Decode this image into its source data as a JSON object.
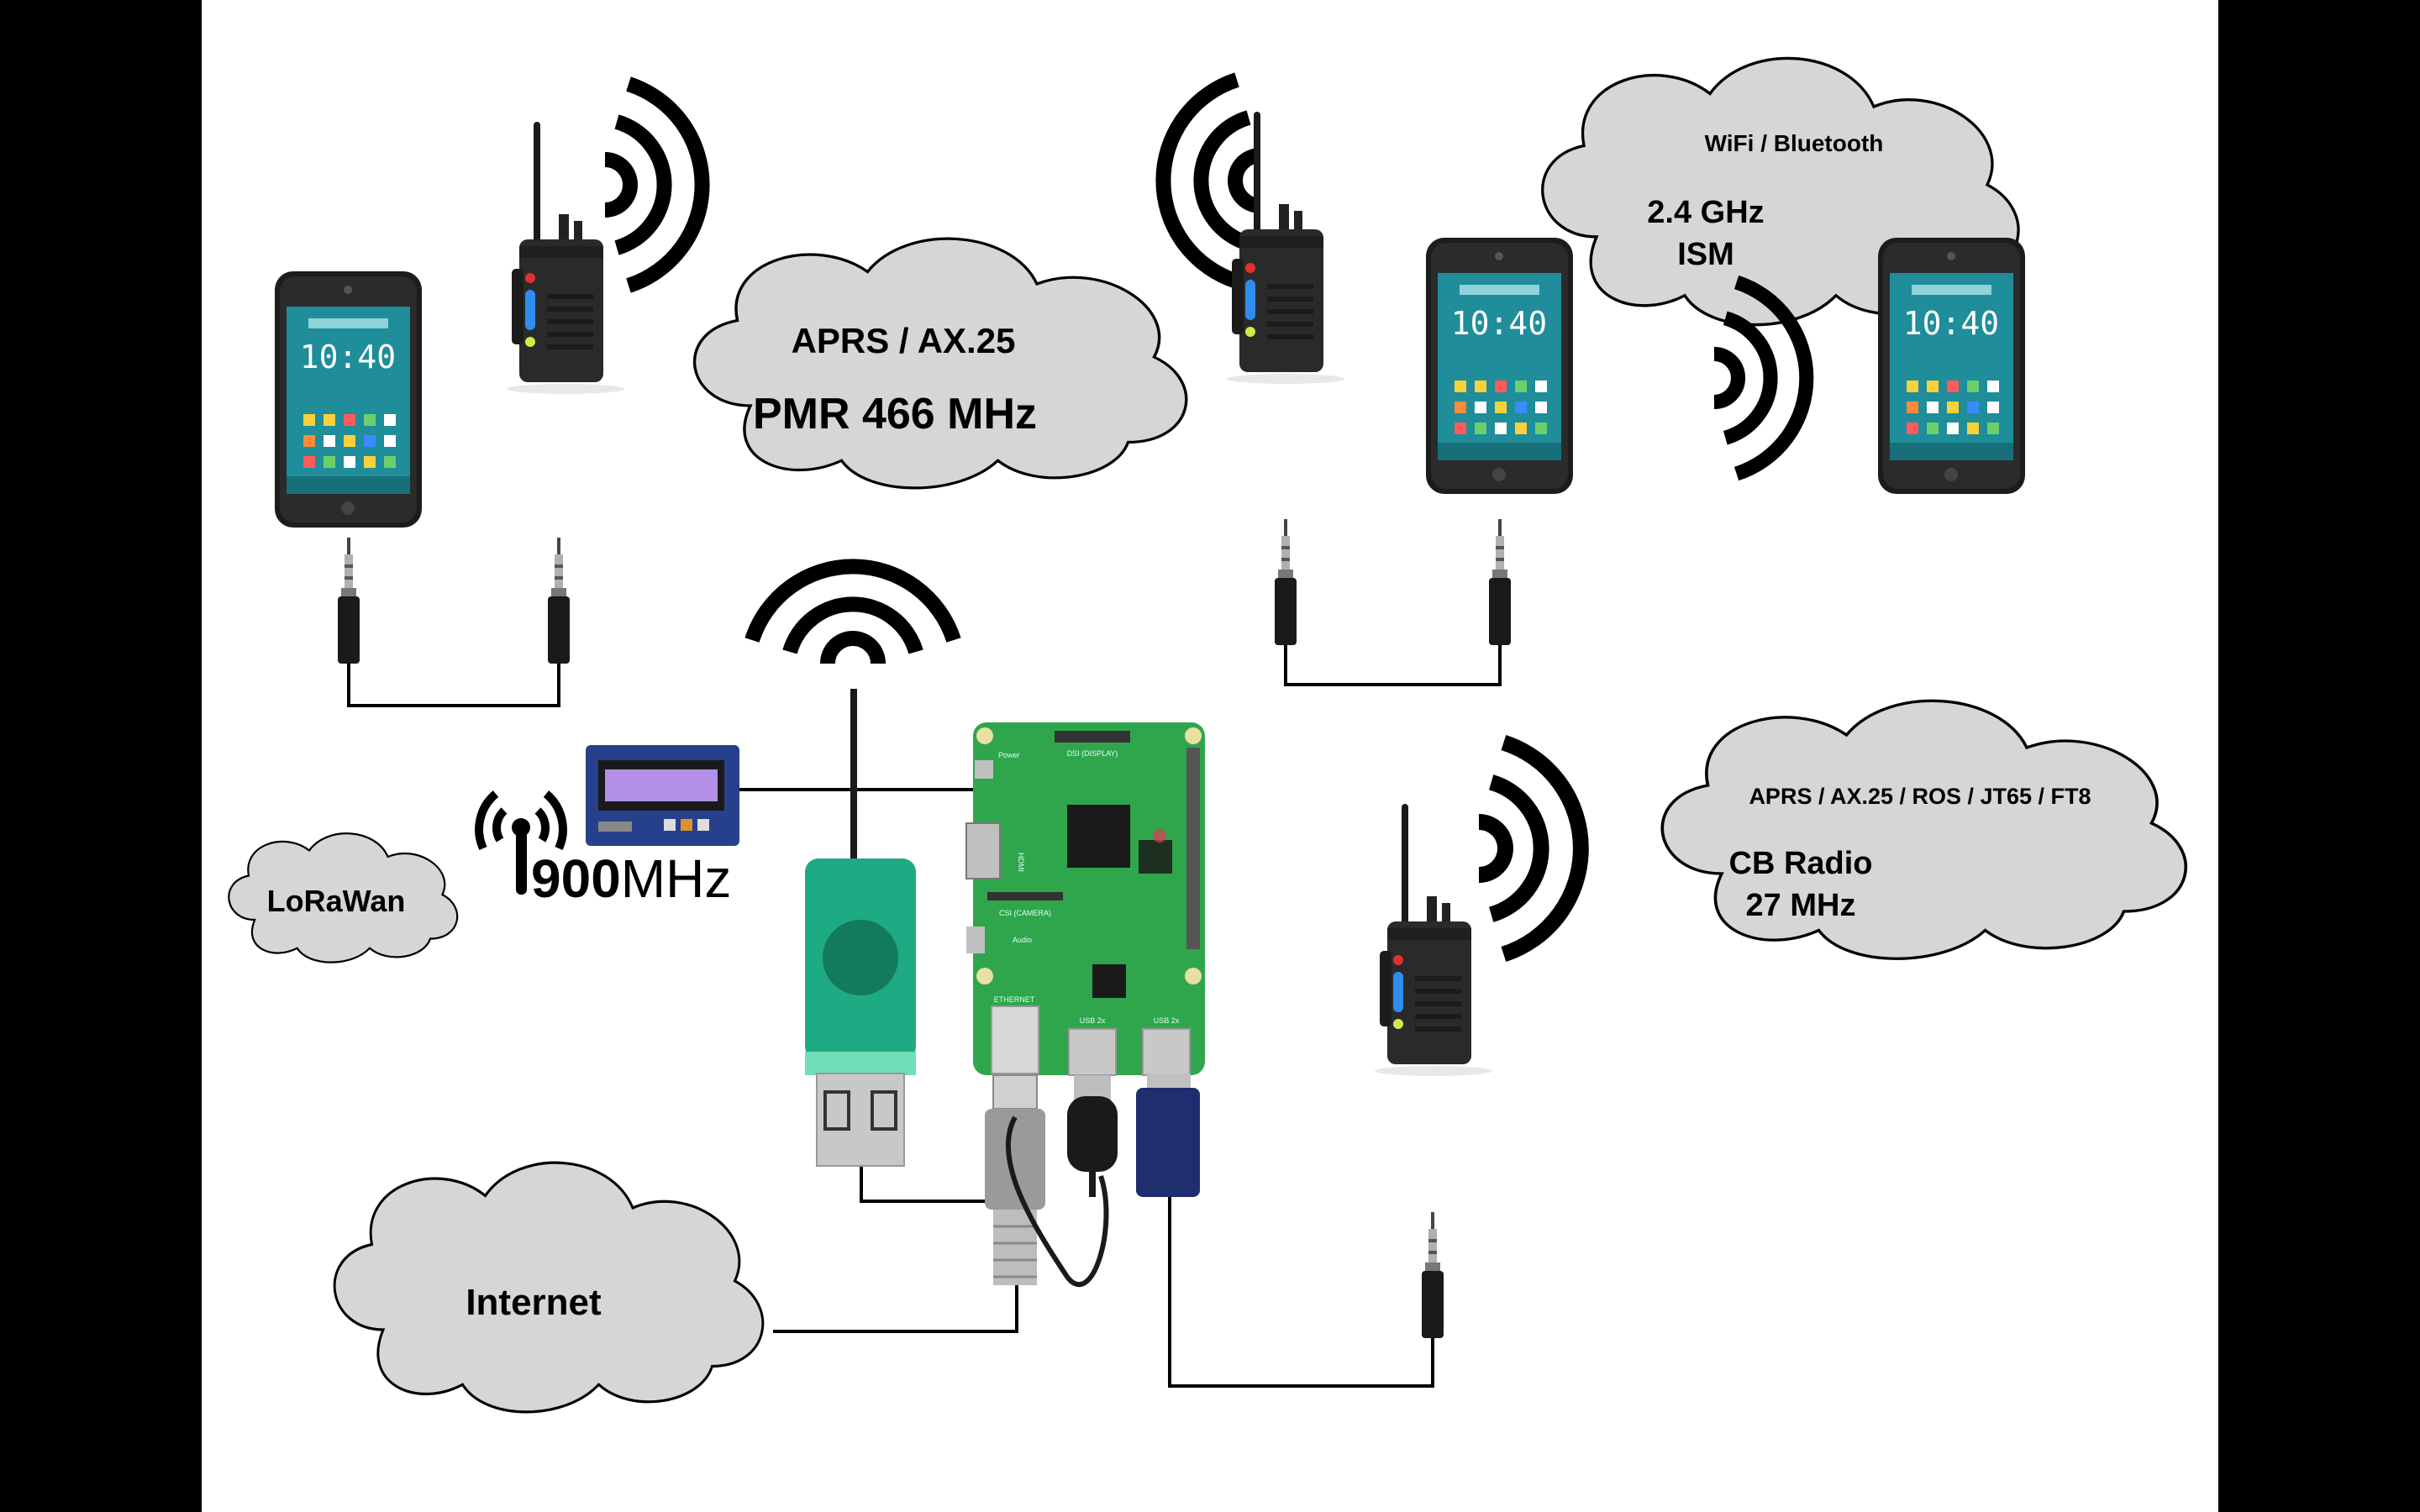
{
  "clouds": {
    "pmr": {
      "line1": "APRS / AX.25",
      "line2": "PMR 466 MHz"
    },
    "ism": {
      "line1": "WiFi / Bluetooth",
      "line2": "2.4 GHz",
      "line3": "ISM"
    },
    "cb": {
      "line1": "APRS / AX.25 / ROS / JT65 / FT8",
      "line2": "CB Radio",
      "line3": "27 MHz"
    },
    "lorawan": {
      "line1": "LoRaWan"
    },
    "internet": {
      "line1": "Internet"
    }
  },
  "lora_badge": {
    "value": "900",
    "unit": "MHz"
  },
  "phone": {
    "clock": "10:40"
  },
  "raspberry_pi": {
    "ethernet": "ETHERNET",
    "usb_left": "USB 2x",
    "usb_right": "USB 2x",
    "display": "DSI (DISPLAY)",
    "camera": "CSI (CAMERA)",
    "hdmi": "HDMI",
    "audio": "Audio",
    "power": "Power"
  },
  "colors": {
    "background": "#ffffff",
    "frame": "#000000",
    "cloud_fill": "#d6d6d6",
    "pi_board": "#2fa64c",
    "sdr_dongle": "#1eaa82",
    "usb_stick": "#1e2e6e",
    "lcd_screen": "#b48fe8",
    "phone_screen": "#1f8d9a"
  }
}
